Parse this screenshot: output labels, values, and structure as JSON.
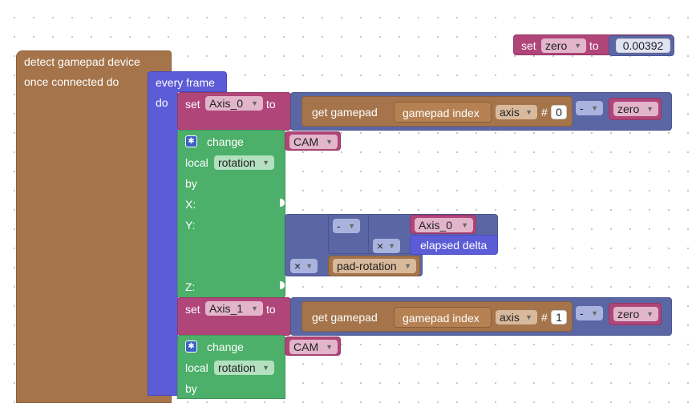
{
  "top_set": {
    "set_label": "set",
    "var": "zero",
    "to_label": "to",
    "value": "0.00392"
  },
  "gamepad": {
    "title": "detect gamepad device",
    "subtitle": "once connected do",
    "loop": {
      "label": "every frame",
      "do_label": "do",
      "set_axis0": {
        "set_label": "set",
        "var": "Axis_0",
        "to_label": "to",
        "get_label": "get gamepad",
        "index_label": "gamepad index",
        "axis_dd": "axis",
        "hash": "#",
        "index": "0",
        "op": "-",
        "zero": "zero"
      },
      "change1": {
        "label": "change",
        "target": "CAM",
        "space_label": "local",
        "prop": "rotation",
        "by_label": "by",
        "x_label": "X:",
        "y_label": "Y:",
        "z_label": "Z:",
        "minus_op": "-",
        "axis_var": "Axis_0",
        "times_op": "×",
        "elapsed": "elapsed delta",
        "times_op2": "×",
        "pad_rot": "pad-rotation"
      },
      "set_axis1": {
        "set_label": "set",
        "var": "Axis_1",
        "to_label": "to",
        "get_label": "get gamepad",
        "index_label": "gamepad index",
        "axis_dd": "axis",
        "hash": "#",
        "index": "1",
        "op": "-",
        "zero": "zero"
      },
      "change2": {
        "label": "change",
        "target": "CAM",
        "space_label": "local",
        "prop": "rotation",
        "by_label": "by"
      }
    }
  },
  "icons": {
    "gear": "gear-icon",
    "dropdown": "chevron-down-icon"
  },
  "colors": {
    "event": "#a5744a",
    "loop": "#5c5cd6",
    "variable": "#b0457a",
    "motion": "#4caf6a",
    "math": "#5b67a5"
  }
}
